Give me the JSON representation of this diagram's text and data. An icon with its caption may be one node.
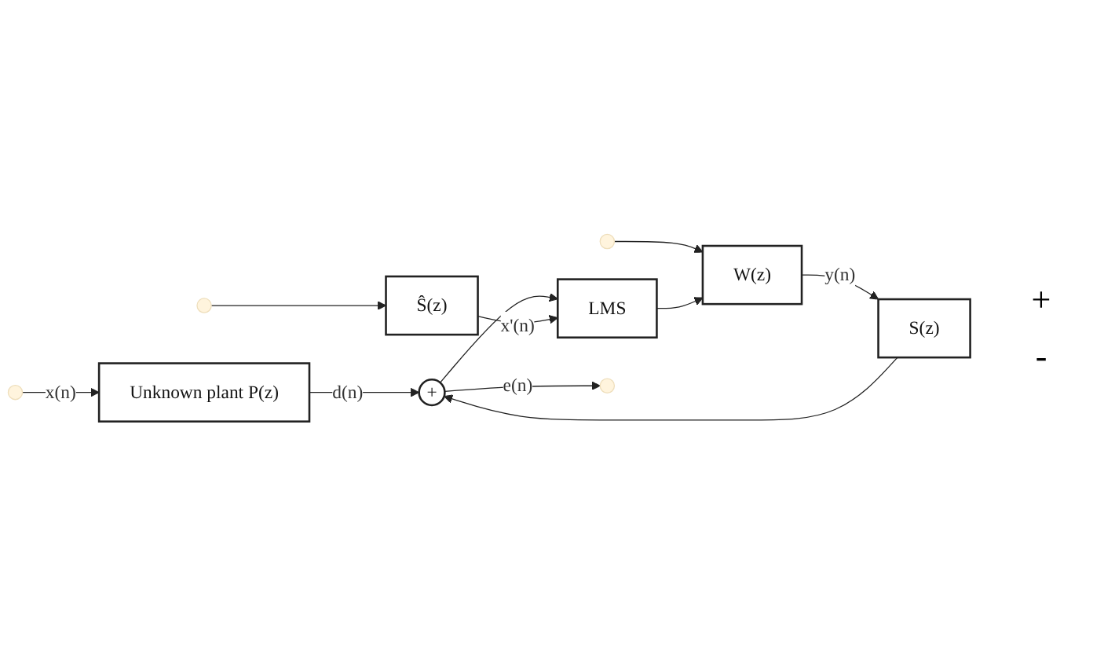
{
  "diagram": {
    "nodes": [
      {
        "text": [
          "Unknown plant P(z)"
        ]
      },
      {
        "text": [
          "+"
        ]
      },
      {
        "text": [
          "W(z)"
        ]
      },
      {
        "text": [
          "S(z)"
        ]
      },
      {
        "text": [
          "Ŝ(z)"
        ]
      },
      {
        "text": [
          "LMS"
        ]
      }
    ],
    "edges": [
      {
        "from": null,
        "to": 0,
        "arrow": "to",
        "label": "x(n)"
      },
      {
        "from": null,
        "to": 2,
        "arrow": "to"
      },
      {
        "from": null,
        "to": 4,
        "arrow": "to"
      },
      {
        "from": 0,
        "to": 1,
        "arrow": "to",
        "label": "d(n)"
      },
      {
        "from": 1,
        "to": null,
        "arrow": "to",
        "label": "e(n)"
      },
      {
        "from": 1,
        "to": 5,
        "arrow": "to"
      },
      {
        "from": 2,
        "to": 3,
        "arrow": "to",
        "label": "y(n)"
      },
      {
        "from": 3,
        "to": 1,
        "arrow": "to"
      },
      {
        "from": 4,
        "to": 5,
        "arrow": "to",
        "label": "x'(n)"
      },
      {
        "from": 5,
        "to": 2,
        "arrow": "to"
      }
    ],
    "labels": [
      "+",
      "-"
    ]
  }
}
